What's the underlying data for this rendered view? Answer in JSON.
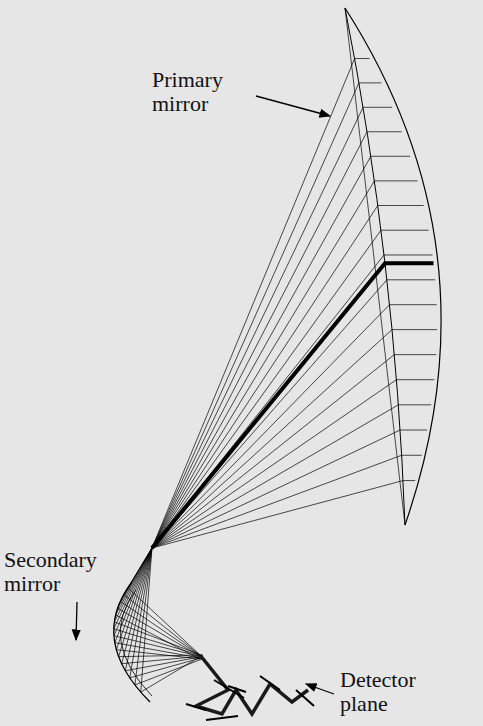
{
  "diagram": {
    "labels": [
      "Primary mirror",
      "Secondary mirror",
      "Detector plane"
    ]
  }
}
